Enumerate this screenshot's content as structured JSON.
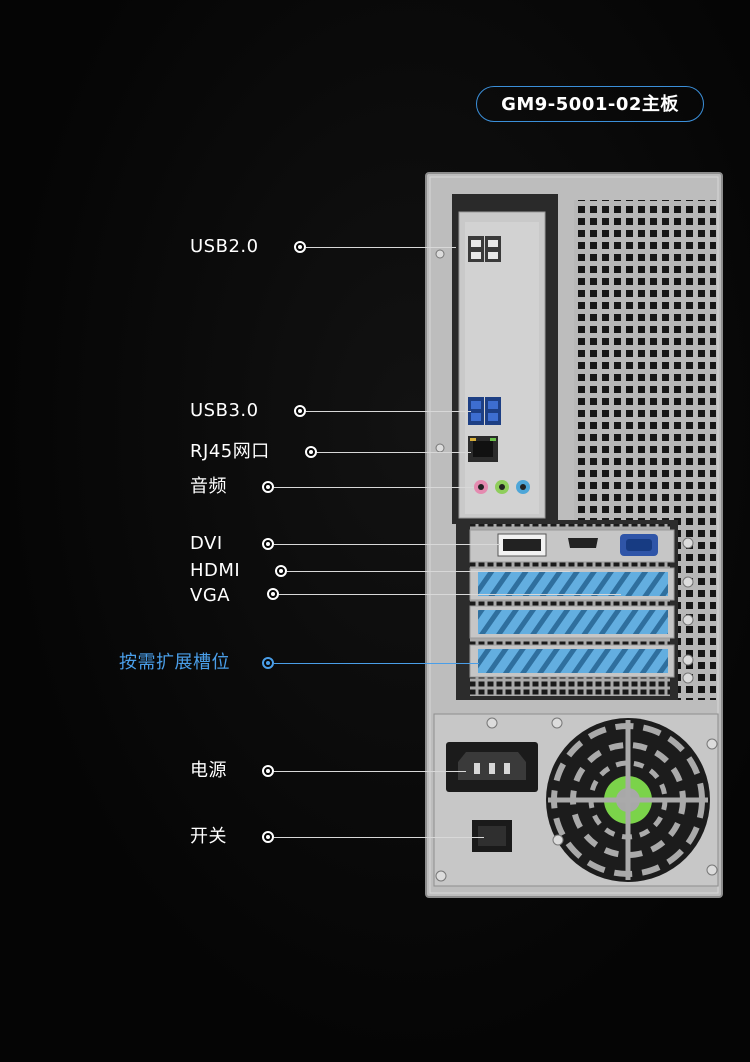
{
  "title": "GM9-5001-02主板",
  "labels": {
    "usb2": "USB2.0",
    "usb3": "USB3.0",
    "rj45": "RJ45网口",
    "audio": "音频",
    "dvi": "DVI",
    "hdmi": "HDMI",
    "vga": "VGA",
    "slots": "按需扩展槽位",
    "power": "电源",
    "switch": "开关"
  },
  "colors": {
    "accent": "#3b8fd9",
    "slot_blue": "#5fa8dc",
    "chassis": "#b9b9b9",
    "fan_green": "#7bd34a"
  }
}
